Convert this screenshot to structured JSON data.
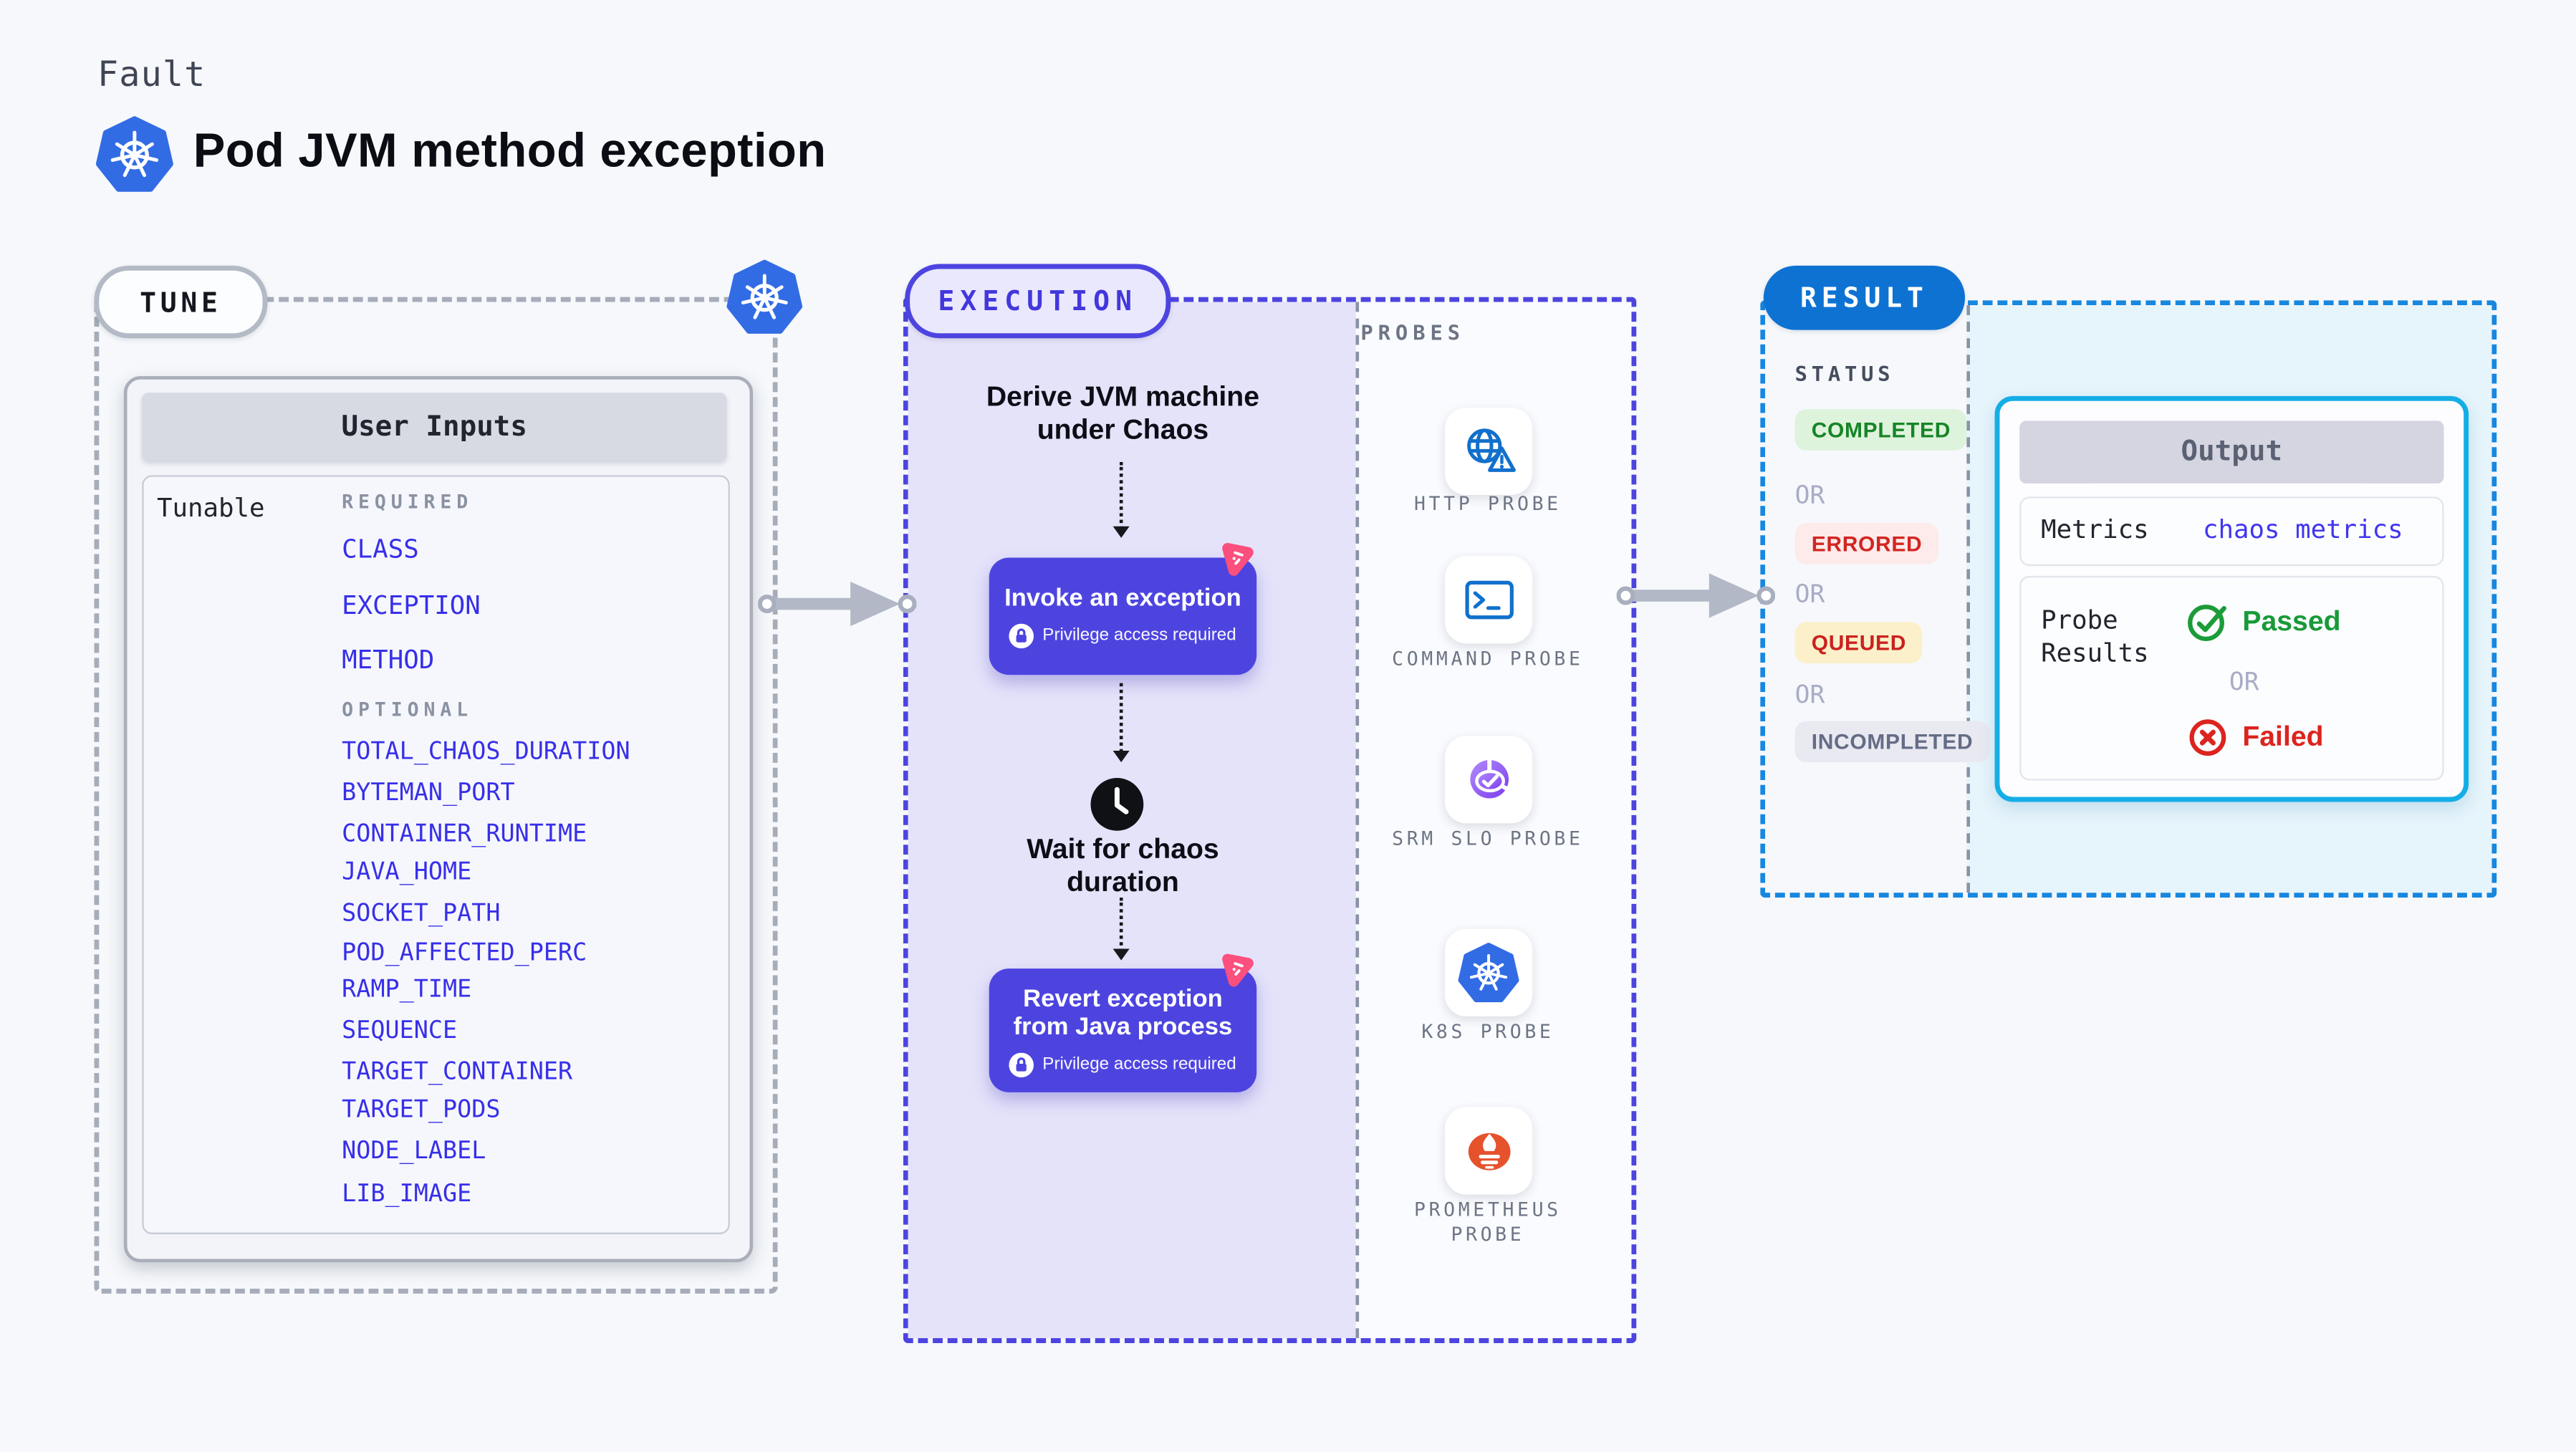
{
  "header": {
    "kicker": "Fault",
    "title": "Pod JVM method exception"
  },
  "tune": {
    "label": "TUNE",
    "card_title": "User Inputs",
    "row_label": "Tunable",
    "required_heading": "REQUIRED",
    "required_params": [
      "CLASS",
      "EXCEPTION",
      "METHOD"
    ],
    "optional_heading": "OPTIONAL",
    "optional_params": [
      "TOTAL_CHAOS_DURATION",
      "BYTEMAN_PORT",
      "CONTAINER_RUNTIME",
      "JAVA_HOME",
      "SOCKET_PATH",
      "POD_AFFECTED_PERC",
      "RAMP_TIME",
      "SEQUENCE",
      "TARGET_CONTAINER",
      "TARGET_PODS",
      "NODE_LABEL",
      "LIB_IMAGE"
    ]
  },
  "execution": {
    "label": "EXECUTION",
    "step_derive": "Derive JVM machine under Chaos",
    "step_invoke": "Invoke an exception",
    "step_wait": "Wait for chaos duration",
    "step_revert": "Revert exception from Java process",
    "privilege_note": "Privilege access required"
  },
  "probes": {
    "heading": "PROBES",
    "items": [
      {
        "label": "HTTP PROBE",
        "icon": "globe-alert-icon"
      },
      {
        "label": "COMMAND PROBE",
        "icon": "terminal-icon"
      },
      {
        "label": "SRM SLO PROBE",
        "icon": "slo-gauge-icon"
      },
      {
        "label": "K8S PROBE",
        "icon": "kubernetes-icon"
      },
      {
        "label": "PROMETHEUS PROBE",
        "icon": "prometheus-icon"
      }
    ]
  },
  "result": {
    "label": "RESULT",
    "status_heading": "STATUS",
    "or_label": "OR",
    "statuses": [
      {
        "label": "COMPLETED",
        "style": "color:#168527;background:#def3dc;"
      },
      {
        "label": "ERRORED",
        "style": "color:#d32521;background:#fcebea;"
      },
      {
        "label": "QUEUED",
        "style": "color:#cb211e;background:#fbf0c9;"
      },
      {
        "label": "INCOMPLETED",
        "style": "color:#646c86;background:#e9e9f1;"
      }
    ],
    "output": {
      "title": "Output",
      "metrics_label": "Metrics",
      "metrics_value": "chaos metrics",
      "probe_results_label": "Probe Results",
      "passed_label": "Passed",
      "failed_label": "Failed"
    }
  },
  "colors": {
    "page_bg": "#f6f8fb",
    "execution_indigo": "#4d44e0",
    "param_link_indigo": "#372fe9",
    "result_blue": "#0e72d2",
    "output_border_cyan": "#14aee6",
    "kubernetes_blue": "#326CE5",
    "chaos_badge_pink": "#fb4f7d",
    "passed_green": "#189a38",
    "failed_red": "#dc241f",
    "arrow_gray": "#b2b8c6",
    "execution_fill": "#e5e3fa",
    "result_fill": "#e6f4fb"
  }
}
